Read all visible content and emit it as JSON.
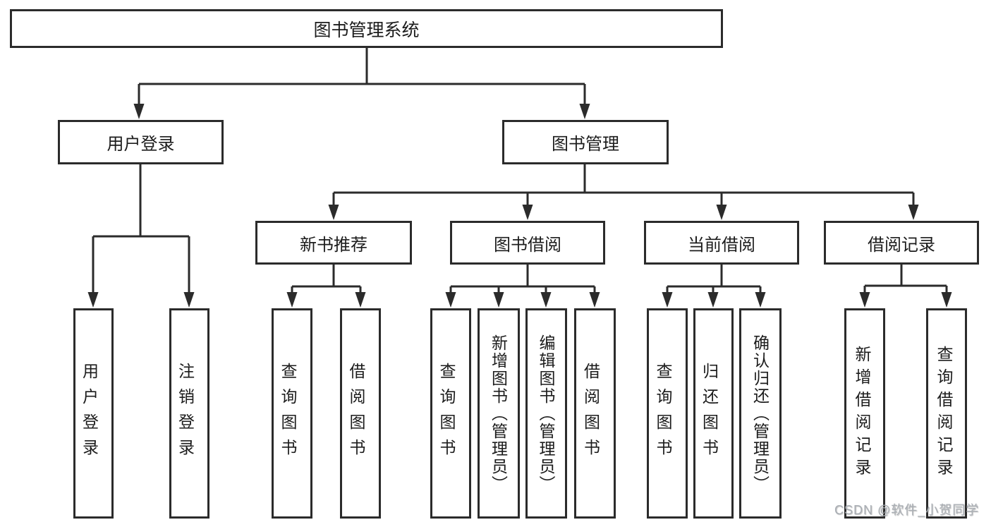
{
  "diagram": {
    "root": {
      "label": "图书管理系统"
    },
    "level2": {
      "user_login": {
        "label": "用户登录"
      },
      "book_mgmt": {
        "label": "图书管理"
      }
    },
    "level3": {
      "new_books": {
        "label": "新书推荐"
      },
      "borrowing": {
        "label": "图书借阅"
      },
      "current": {
        "label": "当前借阅"
      },
      "records": {
        "label": "借阅记录"
      }
    },
    "leaves": {
      "user_login": [
        "用户登录",
        "注销登录"
      ],
      "new_books": [
        "查询图书",
        "借阅图书"
      ],
      "borrowing": [
        "查询图书",
        "新增图书（管理员）",
        "编辑图书（管理员）",
        "借阅图书"
      ],
      "current": [
        "查询图书",
        "归还图书",
        "确认归还（管理员）"
      ],
      "records": [
        "新增借阅记录",
        "查询借阅记录"
      ]
    },
    "line_color": "#2b2b2b"
  },
  "watermark": {
    "text": "CSDN @软件_小贺同学"
  }
}
